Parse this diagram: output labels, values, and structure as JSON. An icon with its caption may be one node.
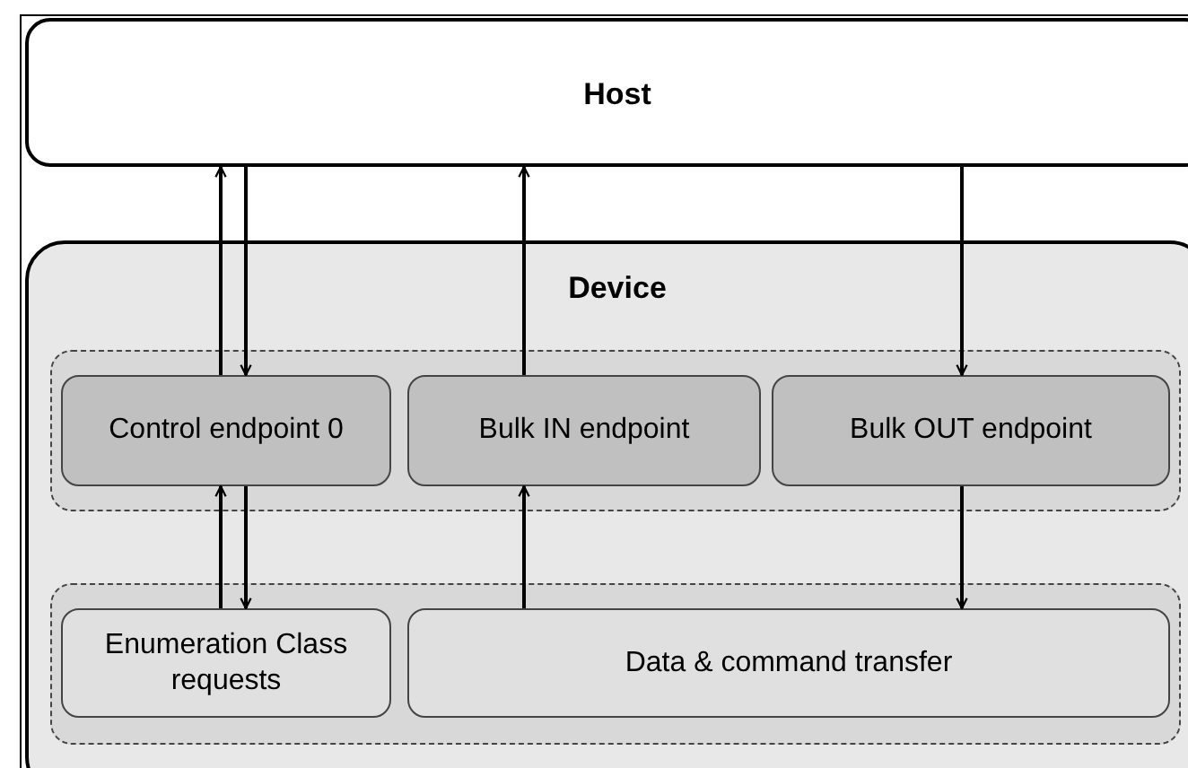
{
  "diagram": {
    "nodes": [
      {
        "text": [
          "Host"
        ]
      },
      {
        "text": [
          "Device"
        ]
      },
      {
        "text": [],
        "shape": "box",
        "in": 1
      },
      {
        "text": [
          "Control endpoint 0"
        ],
        "in": 2
      },
      {
        "text": [
          "Bulk IN endpoint"
        ],
        "in": 2
      },
      {
        "text": [
          "Bulk OUT endpoint"
        ],
        "in": 2
      },
      {
        "text": [],
        "shape": "box",
        "in": 1
      },
      {
        "text": [
          "Enumeration Class requests"
        ],
        "in": 6
      },
      {
        "text": [
          "Data & command transfer"
        ],
        "in": 6
      }
    ],
    "edges": [
      {
        "from": 3,
        "to": 0,
        "arrow": "to"
      },
      {
        "from": 0,
        "to": 3,
        "arrow": "to"
      },
      {
        "from": 4,
        "to": 0,
        "arrow": "to"
      },
      {
        "from": 0,
        "to": 5,
        "arrow": "to"
      },
      {
        "from": 7,
        "to": 3,
        "arrow": "to"
      },
      {
        "from": 3,
        "to": 7,
        "arrow": "to"
      },
      {
        "from": 8,
        "to": 4,
        "arrow": "to"
      },
      {
        "from": 5,
        "to": 8,
        "arrow": "to"
      }
    ]
  }
}
